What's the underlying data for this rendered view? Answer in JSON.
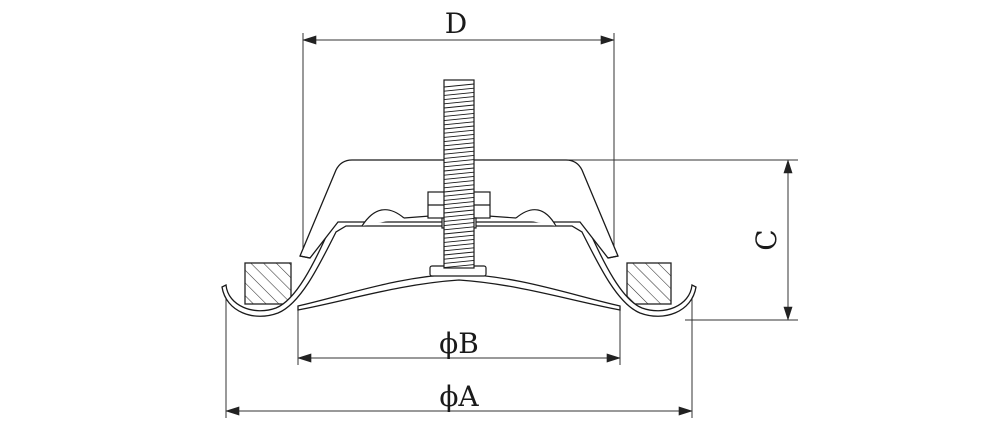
{
  "diagram": {
    "labels": {
      "d": "D",
      "c": "C",
      "phi_b": "ϕB",
      "phi_a": "ϕA"
    },
    "colors": {
      "line": "#1a1a1a",
      "dim_line": "#333333",
      "hatch": "#333333",
      "background": "#ffffff"
    }
  }
}
